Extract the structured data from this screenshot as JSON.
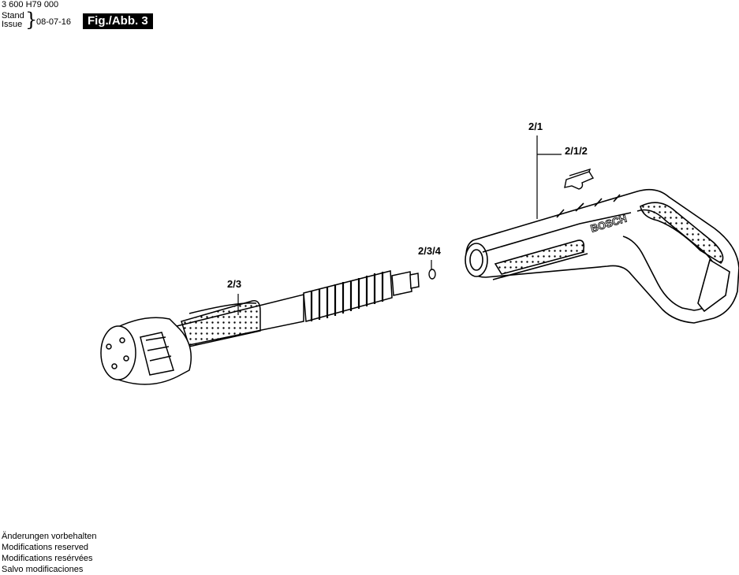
{
  "header": {
    "part_number": "3 600 H79 000",
    "stand_label": "Stand",
    "issue_label": "Issue",
    "date": "08-07-16",
    "figure_badge": "Fig./Abb. 3"
  },
  "diagram": {
    "labels": {
      "gun": "2/1",
      "clip": "2/1/2",
      "lance": "2/3",
      "o_ring": "2/3/4"
    },
    "brand_mark": "BOSCH"
  },
  "footer": {
    "lines": [
      "Änderungen vorbehalten",
      "Modifications reserved",
      "Modifications resérvées",
      "Salvo modificaciones"
    ]
  }
}
